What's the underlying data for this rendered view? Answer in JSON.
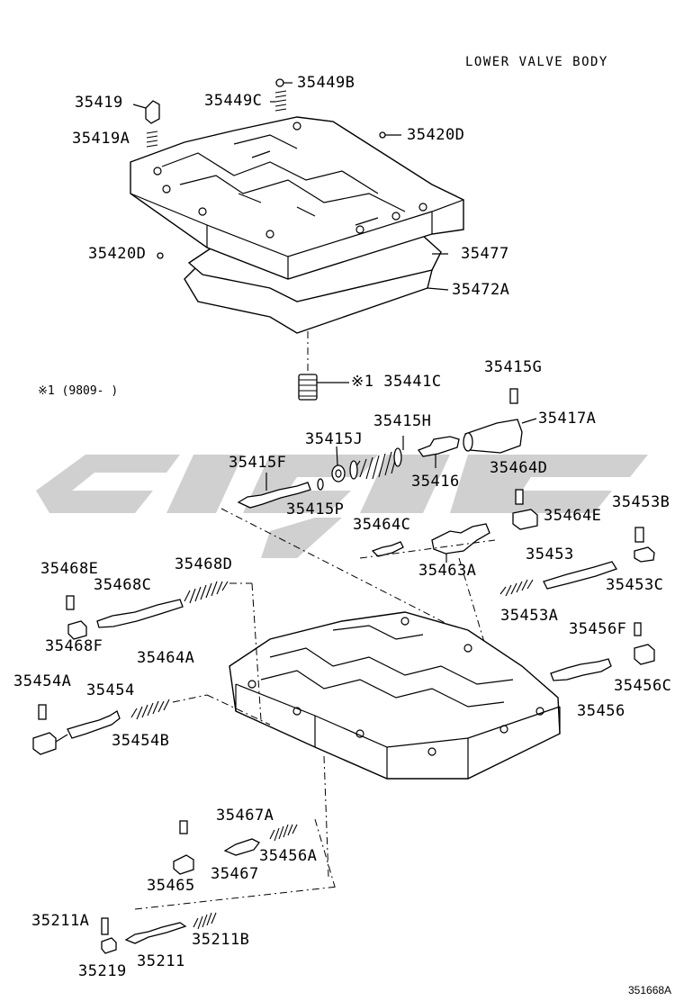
{
  "diagram": {
    "title": "LOWER VALVE BODY",
    "figure_number": "351668A",
    "note": "※1 (9809-    )",
    "watermark_color": "#c8c8c8",
    "parts": {
      "p35419": "35419",
      "p35419A": "35419A",
      "p35449B": "35449B",
      "p35449C": "35449C",
      "p35420D_top": "35420D",
      "p35420D_left": "35420D",
      "p35477": "35477",
      "p35472A": "35472A",
      "p35441C": "※1 35441C",
      "p35415G": "35415G",
      "p35415H": "35415H",
      "p35417A": "35417A",
      "p35415J": "35415J",
      "p35415F": "35415F",
      "p35416": "35416",
      "p35464D": "35464D",
      "p35415P": "35415P",
      "p35453B": "35453B",
      "p35464E": "35464E",
      "p35464C": "35464C",
      "p35453": "35453",
      "p35463A": "35463A",
      "p35453C": "35453C",
      "p35468E": "35468E",
      "p35468D": "35468D",
      "p35468C": "35468C",
      "p35453A": "35453A",
      "p35468F": "35468F",
      "p35456F": "35456F",
      "p35464A": "35464A",
      "p35454A": "35454A",
      "p35454": "35454",
      "p35456C": "35456C",
      "p35454B": "35454B",
      "p35456": "35456",
      "p35467A": "35467A",
      "p35456A": "35456A",
      "p35467": "35467",
      "p35465": "35465",
      "p35211A": "35211A",
      "p35211B": "35211B",
      "p35219": "35219",
      "p35211": "35211"
    }
  }
}
